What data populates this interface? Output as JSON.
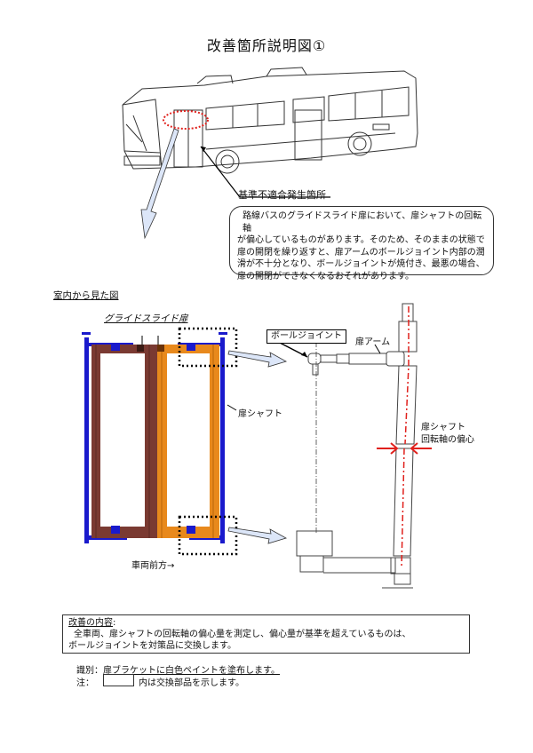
{
  "title": "改善箇所説明図①",
  "bus_section": {
    "location_label": "基準不適合発生箇所",
    "description_lines": [
      "路線バスのグライドスライド扉において、扉シャフトの回転軸",
      "が偏心しているものがあります。そのため、そのままの状態で",
      "扉の開閉を繰り返すと、扉アームのボールジョイント内部の潤",
      "滑が不十分となり、ボールジョイントが焼付き、最悪の場合、",
      "扉の開閉ができなくなるおそれがあります。"
    ]
  },
  "interior_view": {
    "section_title": "室内から見た図",
    "door_title": "グライドスライド扉",
    "shaft_label": "扉シャフト",
    "direction_label": "車両前方→",
    "colors": {
      "frame": "#1a1acc",
      "left_door": "#7a3a32",
      "right_door": "#e8891c"
    }
  },
  "detail_view": {
    "ball_joint_label": "ボールジョイント",
    "arm_label": "扉アーム",
    "eccentric_label_line1": "扉シャフト",
    "eccentric_label_line2": "回転軸の偏心",
    "accent_color": "#e0201c"
  },
  "improvement": {
    "heading": "改善の内容",
    "heading_suffix": ":",
    "line1": "全車両、扉シャフトの回転軸の偏心量を測定し、偏心量が基準を超えているものは、",
    "line2": "ボールジョイントを対策品に交換します。"
  },
  "notes": {
    "identification_prefix": "識別：",
    "identification_text": "扉ブラケットに白色ペイントを塗布します。",
    "note_prefix": "注：",
    "note_text": "内は交換部品を示します。"
  }
}
